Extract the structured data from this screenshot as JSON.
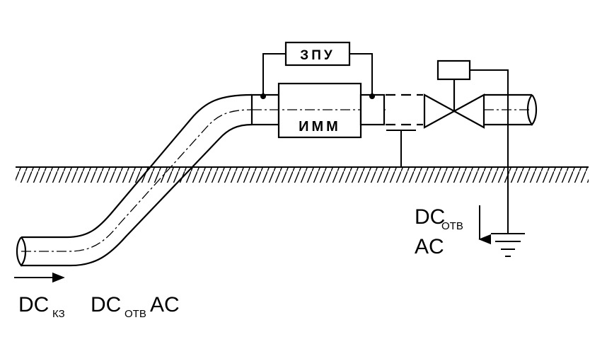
{
  "diagram": {
    "blocks": {
      "zpu": "ЗПУ",
      "imm": "ИММ"
    },
    "labels": {
      "bottom": {
        "dc1": "DC",
        "dc1_sub": "КЗ",
        "dc2": "DC",
        "dc2_sub": "ОТВ",
        "ac": "AC"
      },
      "right": {
        "dc": "DC",
        "dc_sub": "ОТВ",
        "ac": "AC"
      }
    },
    "colors": {
      "line": "#000000",
      "background": "#ffffff"
    }
  }
}
